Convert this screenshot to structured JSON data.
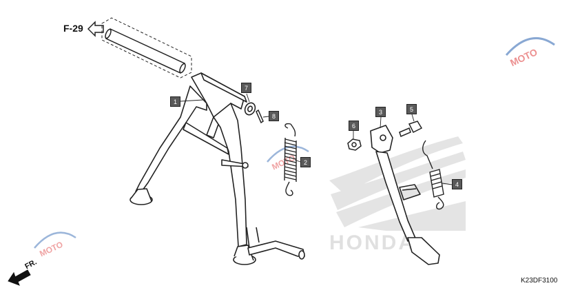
{
  "reference": {
    "label": "F-29"
  },
  "direction": {
    "label": "FR."
  },
  "diagram_code": "K23DF3100",
  "callouts": [
    {
      "number": "1",
      "part": "main-stand"
    },
    {
      "number": "2",
      "part": "main-stand-spring"
    },
    {
      "number": "3",
      "part": "side-stand"
    },
    {
      "number": "4",
      "part": "side-stand-spring"
    },
    {
      "number": "5",
      "part": "side-stand-bolt"
    },
    {
      "number": "6",
      "part": "side-stand-nut"
    },
    {
      "number": "7",
      "part": "washer"
    },
    {
      "number": "8",
      "part": "cotter-pin"
    }
  ],
  "watermark": {
    "brand": "HONDA",
    "text": "MOTO"
  },
  "colors": {
    "line": "#222222",
    "callout_bg": "#5a5a5a",
    "watermark": "#c8c8c8",
    "moto_blue": "#3b6fb6",
    "moto_red": "#e04848"
  }
}
